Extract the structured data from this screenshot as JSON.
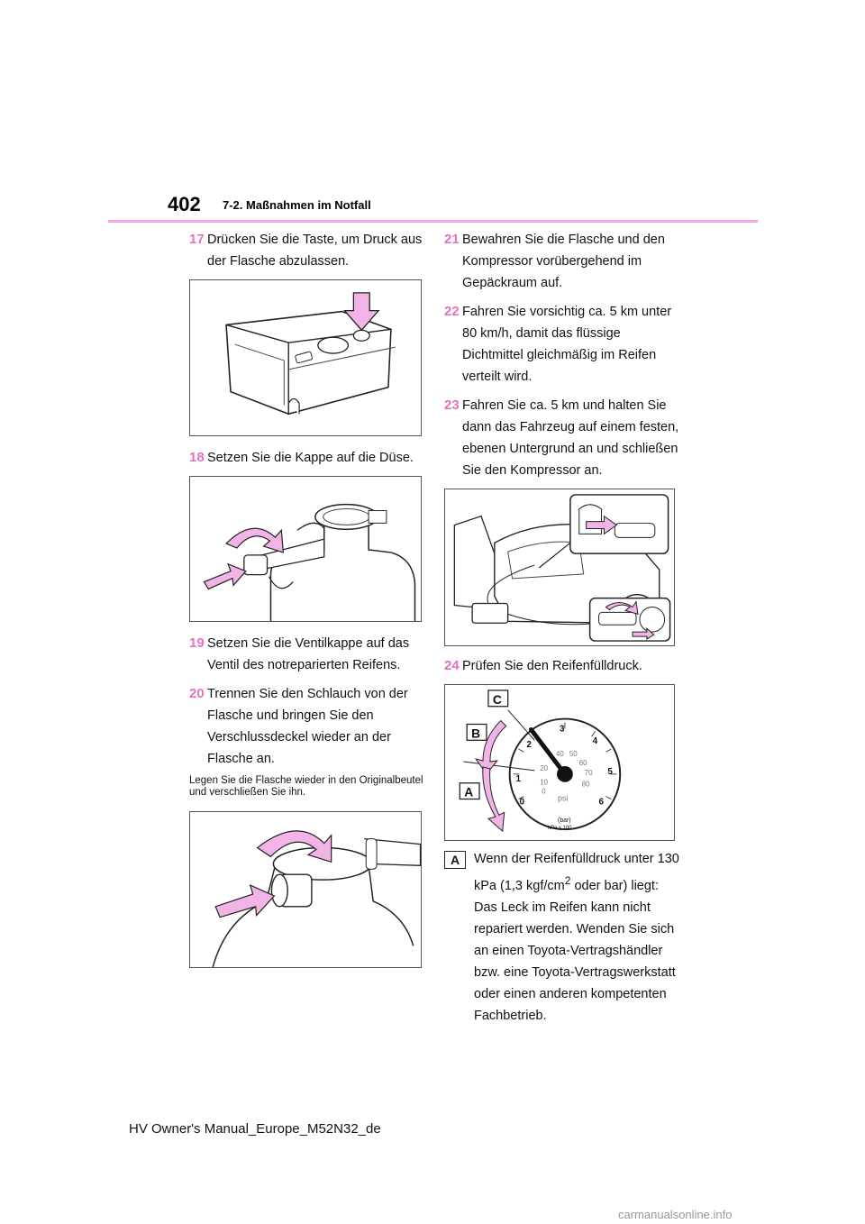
{
  "header": {
    "page_number": "402",
    "section": "7-2. Maßnahmen im Notfall"
  },
  "steps": {
    "s17": {
      "num": "17",
      "text": "Drücken Sie die Taste, um Druck aus der Flasche abzulassen."
    },
    "s18": {
      "num": "18",
      "text": "Setzen Sie die Kappe auf die Düse."
    },
    "s19": {
      "num": "19",
      "text": "Setzen Sie die Ventilkappe auf das Ventil des notreparierten Reifens."
    },
    "s20": {
      "num": "20",
      "text": "Trennen Sie den Schlauch von der Flasche und bringen Sie den Verschlussdeckel wieder an der Flasche an."
    },
    "s21": {
      "num": "21",
      "text": "Bewahren Sie die Flasche und den Kompressor vorübergehend im Gepäckraum auf."
    },
    "s22": {
      "num": "22",
      "text": "Fahren Sie vorsichtig ca. 5 km unter 80 km/h, damit das flüssige Dichtmittel gleichmäßig im Reifen verteilt wird."
    },
    "s23": {
      "num": "23",
      "text": "Fahren Sie ca. 5 km und halten Sie dann das Fahrzeug auf einem festen, ebenen Untergrund an und schließen Sie den Kompressor an."
    },
    "s24": {
      "num": "24",
      "text": "Prüfen Sie den Reifenfülldruck."
    }
  },
  "note_text": "Legen Sie die Flasche wieder in den Originalbeutel und verschließen Sie ihn.",
  "gauge": {
    "callouts": [
      "A",
      "B",
      "C"
    ],
    "bar_ticks": [
      "0",
      "1",
      "2",
      "3",
      "4",
      "5",
      "6"
    ],
    "psi_ticks": [
      "0",
      "10",
      "20",
      "40",
      "50",
      "60",
      "70",
      "80"
    ],
    "psi_label": "psi",
    "bar_label": "(bar)",
    "kpa_label": "kPa x 100"
  },
  "callout_a": {
    "letter": "A",
    "text_line1": "Wenn der Reifenfülldruck unter 130",
    "text_kpa": "kPa (1,3 kgf/cm",
    "text_sup": "2",
    "text_after": " oder bar) liegt:",
    "text_rest": "Das Leck im Reifen kann nicht\nrepariert werden. Wenden Sie sich\nan einen Toyota-Vertragshändler\nbzw. eine Toyota-Vertragswerkstatt\noder einen anderen kompetenten\nFachbetrieb."
  },
  "footer": "HV Owner's Manual_Europe_M52N32_de",
  "watermark": "carmanualsonline.info",
  "colors": {
    "accent": "#e66fc6",
    "arrow_fill": "#f2b3e6",
    "rule": "#f2a6df"
  }
}
